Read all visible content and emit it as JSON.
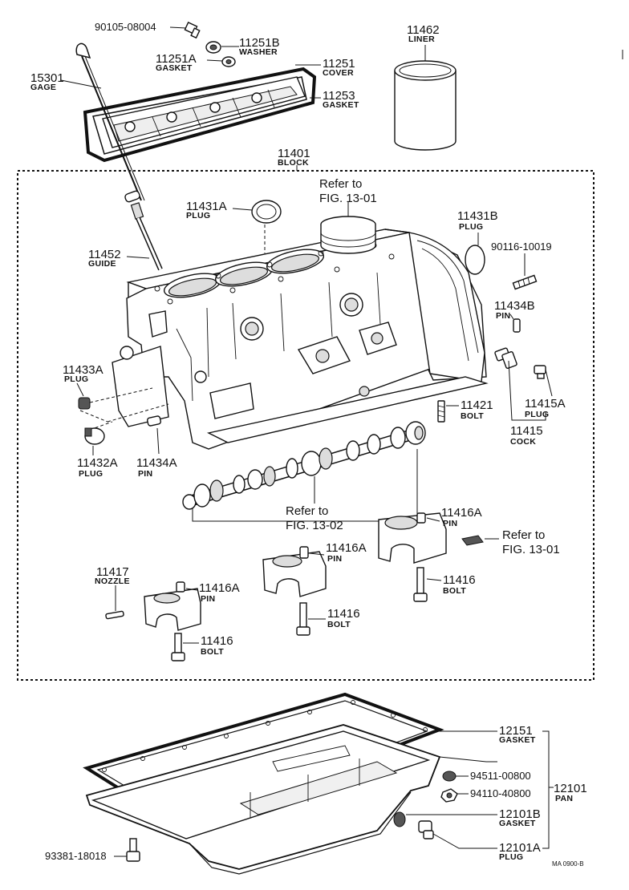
{
  "labels": {
    "bolt_top_code": "90105-08004",
    "washer_num": "11251B",
    "washer_name": "WASHER",
    "gasket_sm_num": "11251A",
    "gasket_sm_name": "GASKET",
    "cover_num": "11251",
    "cover_name": "COVER",
    "gage_num": "15301",
    "gage_name": "GAGE",
    "cover_gasket_num": "11253",
    "cover_gasket_name": "GASKET",
    "liner_num": "11462",
    "liner_name": "LINER",
    "block_num": "11401",
    "block_name": "BLOCK",
    "plug_a_num": "11431A",
    "plug_a_name": "PLUG",
    "ref_top_1": "Refer to",
    "ref_top_2": "FIG. 13-01",
    "plug_b_num": "11431B",
    "plug_b_name": "PLUG",
    "stud_code": "90116-10019",
    "guide_num": "11452",
    "guide_name": "GUIDE",
    "pin_b_num": "11434B",
    "pin_b_name": "PIN",
    "plug_33_num": "11433A",
    "plug_33_name": "PLUG",
    "plug_15_num": "11415A",
    "plug_15_name": "PLUG",
    "bolt_21_num": "11421",
    "bolt_21_name": "BOLT",
    "cock_num": "11415",
    "cock_name": "COCK",
    "plug_32_num": "11432A",
    "plug_32_name": "PLUG",
    "pin_a_num": "11434A",
    "pin_a_name": "PIN",
    "ref_mid_1": "Refer to",
    "ref_mid_2": "FIG. 13-02",
    "pin_c1_num": "11416A",
    "pin_c1_name": "PIN",
    "ref_right_1": "Refer to",
    "ref_right_2": "FIG. 13-01",
    "pin_c2_num": "11416A",
    "pin_c2_name": "PIN",
    "bolt_c1_num": "11416",
    "bolt_c1_name": "BOLT",
    "nozzle_num": "11417",
    "nozzle_name": "NOZZLE",
    "pin_c3_num": "11416A",
    "pin_c3_name": "PIN",
    "bolt_c2_num": "11416",
    "bolt_c2_name": "BOLT",
    "bolt_c3_num": "11416",
    "bolt_c3_name": "BOLT",
    "pan_gasket_num": "12151",
    "pan_gasket_name": "GASKET",
    "nut1_code": "94511-00800",
    "nut2_code": "94110-40800",
    "pan_num": "12101",
    "pan_name": "PAN",
    "drain_gasket_num": "12101B",
    "drain_gasket_name": "GASKET",
    "drain_plug_num": "12101A",
    "drain_plug_name": "PLUG",
    "bolt_bottom_code": "93381-18018",
    "footer_code": "MA 0900-B"
  }
}
